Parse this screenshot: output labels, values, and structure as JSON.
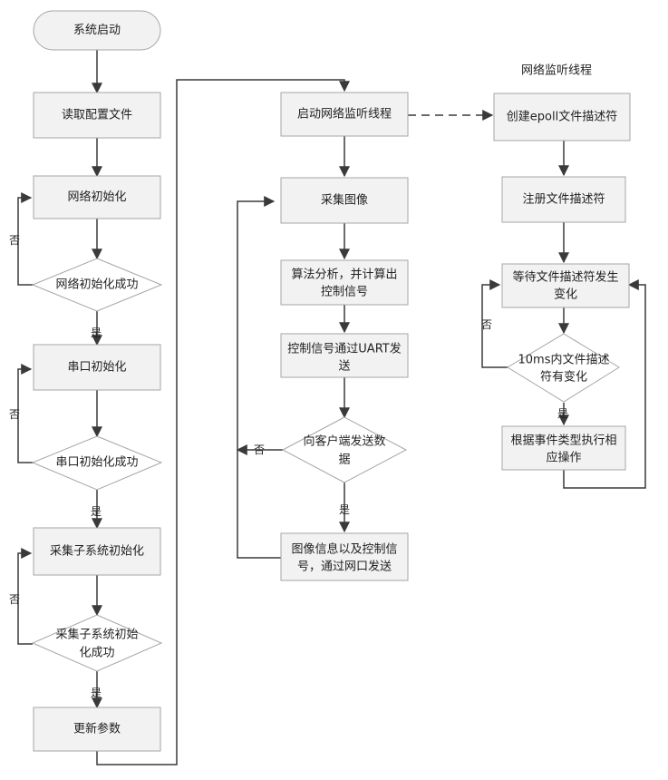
{
  "colors": {
    "box_fill": "#f2f2f2",
    "box_stroke": "#a6a6a6",
    "line": "#3a3a3a",
    "text": "#222222"
  },
  "main": {
    "start": "系统启动",
    "read_config": "读取配置文件",
    "net_init": "网络初始化",
    "net_init_ok": "网络初始化成功",
    "serial_init": "串口初始化",
    "serial_init_ok": "串口初始化成功",
    "capture_init": "采集子系统初始化",
    "capture_init_ok": [
      "采集子系统初始",
      "化成功"
    ],
    "update_params": "更新参数"
  },
  "middle": {
    "start_listener": "启动网络监听线程",
    "capture_image": "采集图像",
    "algorithm": [
      "算法分析，并计算出",
      "控制信号"
    ],
    "send_uart": [
      "控制信号通过UART发",
      "送"
    ],
    "send_client": [
      "向客户端发送数",
      "据"
    ],
    "send_network": [
      "图像信息以及控制信",
      "号，通过网口发送"
    ]
  },
  "right": {
    "title": "网络监听线程",
    "create_epoll": "创建epoll文件描述符",
    "register_fd": "注册文件描述符",
    "wait_change": [
      "等待文件描述符发生",
      "变化"
    ],
    "check_10ms": [
      "10ms内文件描述",
      "符有变化"
    ],
    "handle_event": [
      "根据事件类型执行相",
      "应操作"
    ]
  },
  "labels": {
    "yes": "是",
    "no": "否"
  }
}
